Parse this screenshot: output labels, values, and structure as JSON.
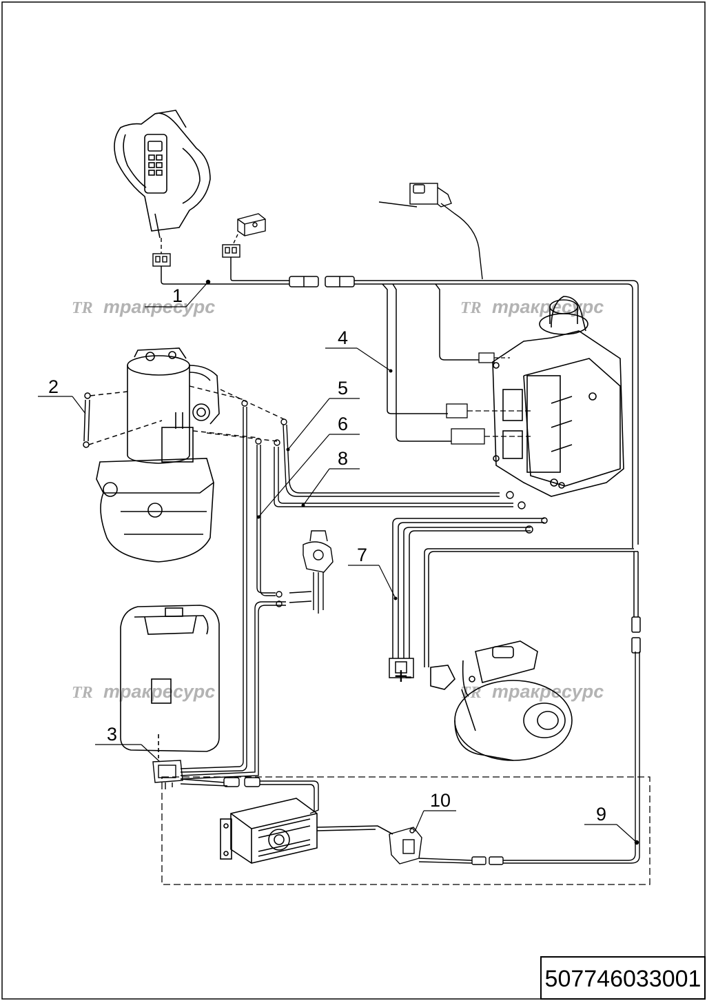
{
  "watermark": {
    "logo": "TR",
    "text": "тракресурс"
  },
  "callouts": [
    "1",
    "2",
    "3",
    "4",
    "5",
    "6",
    "7",
    "8",
    "9",
    "10"
  ],
  "part_number": "507746033001",
  "connector_marks": {
    "plus": "+",
    "minus": "-"
  }
}
